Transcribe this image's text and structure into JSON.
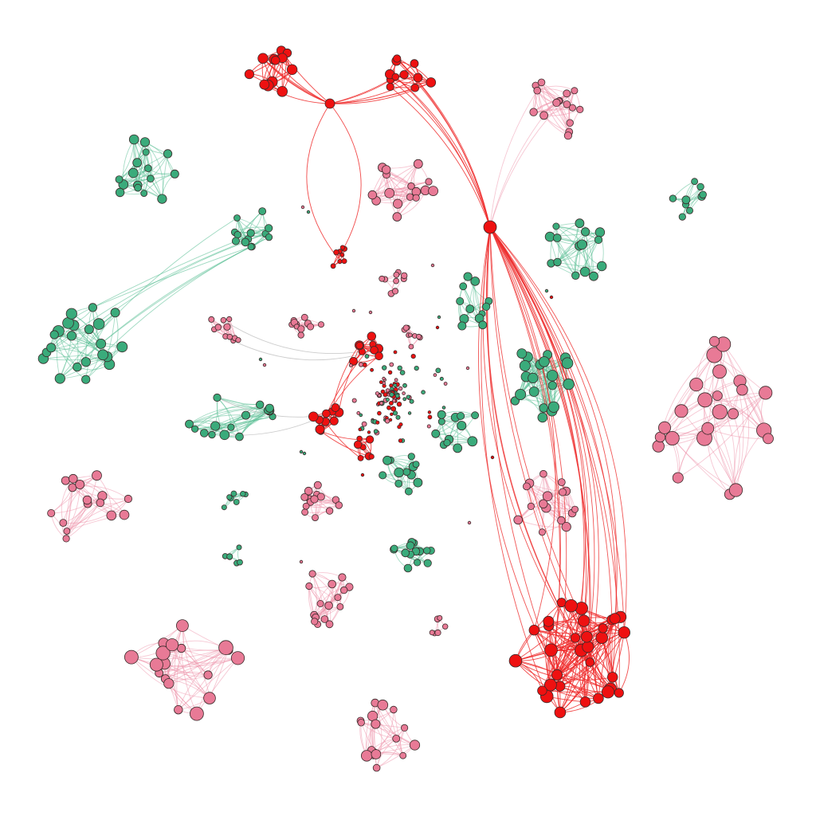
{
  "graph": {
    "colors": {
      "red": "#ee1111",
      "pink": "#e87a96",
      "green": "#3aab7b"
    },
    "edge_colors": {
      "red": "#ee2a2a",
      "pink": "#ee8fa8",
      "green": "#5bbf96"
    },
    "clusters": [
      {
        "id": "red-top-left",
        "color": "red",
        "nodes": 12
      },
      {
        "id": "red-top-right",
        "color": "red",
        "nodes": 11
      },
      {
        "id": "red-mid",
        "color": "red",
        "nodes": 8
      },
      {
        "id": "red-hub",
        "color": "red",
        "nodes": 1
      },
      {
        "id": "red-center-a",
        "color": "red",
        "nodes": 10
      },
      {
        "id": "red-center-b",
        "color": "red",
        "nodes": 10
      },
      {
        "id": "red-center-c",
        "color": "red",
        "nodes": 8
      },
      {
        "id": "red-bottom-right",
        "color": "red",
        "nodes": 32
      },
      {
        "id": "pink-top-right",
        "color": "pink",
        "nodes": 16
      },
      {
        "id": "pink-upper-center",
        "color": "pink",
        "nodes": 16
      },
      {
        "id": "pink-small-a",
        "color": "pink",
        "nodes": 9
      },
      {
        "id": "pink-small-b",
        "color": "pink",
        "nodes": 11
      },
      {
        "id": "pink-small-c",
        "color": "pink",
        "nodes": 11
      },
      {
        "id": "pink-small-d",
        "color": "pink",
        "nodes": 9
      },
      {
        "id": "pink-right-large",
        "color": "pink",
        "nodes": 24
      },
      {
        "id": "pink-left-mid",
        "color": "pink",
        "nodes": 16
      },
      {
        "id": "pink-center-mid",
        "color": "pink",
        "nodes": 14
      },
      {
        "id": "pink-center-right",
        "color": "pink",
        "nodes": 16
      },
      {
        "id": "pink-center-low",
        "color": "pink",
        "nodes": 16
      },
      {
        "id": "pink-bottom-left",
        "color": "pink",
        "nodes": 18
      },
      {
        "id": "pink-bottom-center",
        "color": "pink",
        "nodes": 16
      },
      {
        "id": "pink-tiny",
        "color": "pink",
        "nodes": 6
      },
      {
        "id": "green-top-left",
        "color": "green",
        "nodes": 16
      },
      {
        "id": "green-left-mid",
        "color": "green",
        "nodes": 13
      },
      {
        "id": "green-left-large",
        "color": "green",
        "nodes": 22
      },
      {
        "id": "green-right-top",
        "color": "green",
        "nodes": 9
      },
      {
        "id": "green-right-mid",
        "color": "green",
        "nodes": 16
      },
      {
        "id": "green-center-right-a",
        "color": "green",
        "nodes": 12
      },
      {
        "id": "green-center-right-b",
        "color": "green",
        "nodes": 20
      },
      {
        "id": "green-center-right-c",
        "color": "green",
        "nodes": 12
      },
      {
        "id": "green-left-low",
        "color": "green",
        "nodes": 16
      },
      {
        "id": "green-center-low",
        "color": "green",
        "nodes": 12
      },
      {
        "id": "green-bottom-center",
        "color": "green",
        "nodes": 14
      },
      {
        "id": "green-small-a",
        "color": "green",
        "nodes": 7
      },
      {
        "id": "green-small-b",
        "color": "green",
        "nodes": 6
      }
    ]
  }
}
